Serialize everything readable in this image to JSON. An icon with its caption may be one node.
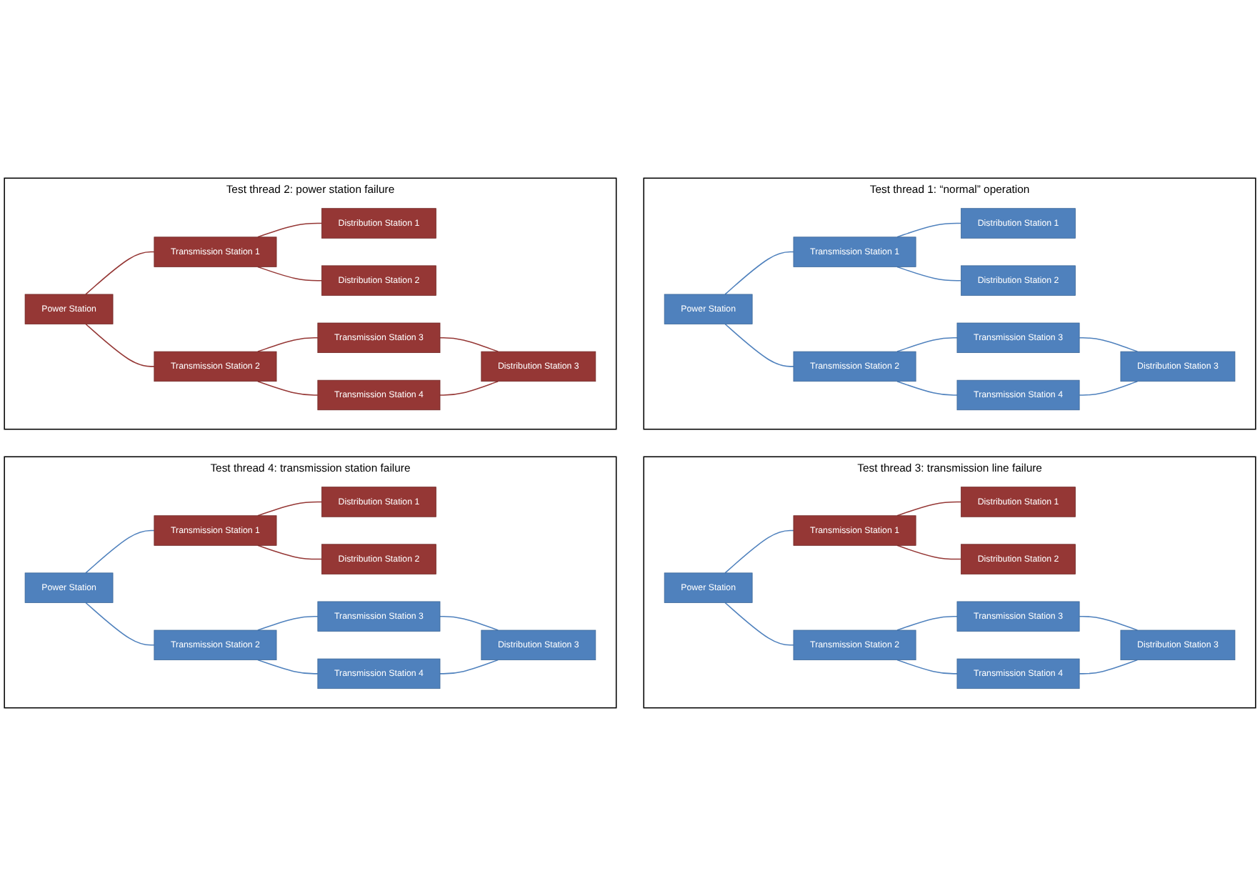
{
  "diagram": {
    "nodes": [
      {
        "text": [
          "Test thread 1: “normal” operation"
        ]
      },
      {
        "text": [
          "Power Station"
        ],
        "in": 0
      },
      {
        "text": [
          "Transmission Station 1"
        ],
        "in": 0
      },
      {
        "text": [
          "Distribution Station 1"
        ],
        "in": 0
      },
      {
        "text": [
          "Distribution Station 2"
        ],
        "in": 0
      },
      {
        "text": [
          "Transmission Station 2"
        ],
        "in": 0
      },
      {
        "text": [
          "Transmission Station 3"
        ],
        "in": 0
      },
      {
        "text": [
          "Transmission Station 4"
        ],
        "in": 0
      },
      {
        "text": [
          "Distribution Station 3"
        ],
        "in": 0
      },
      {
        "text": [
          "Test thread 2: power station failure"
        ]
      },
      {
        "text": [
          "Power Station"
        ],
        "in": 9
      },
      {
        "text": [
          "Transmission Station 1"
        ],
        "in": 9
      },
      {
        "text": [
          "Distribution Station 1"
        ],
        "in": 9
      },
      {
        "text": [
          "Distribution Station 2"
        ],
        "in": 9
      },
      {
        "text": [
          "Transmission Station 2"
        ],
        "in": 9
      },
      {
        "text": [
          "Transmission Station 3"
        ],
        "in": 9
      },
      {
        "text": [
          "Transmission Station 4"
        ],
        "in": 9
      },
      {
        "text": [
          "Distribution Station 3"
        ],
        "in": 9
      },
      {
        "text": [
          "Test thread 3: transmission line failure"
        ]
      },
      {
        "text": [
          "Power Station"
        ],
        "in": 18
      },
      {
        "text": [
          "Transmission Station 1"
        ],
        "in": 18
      },
      {
        "text": [
          "Distribution Station 1"
        ],
        "in": 18
      },
      {
        "text": [
          "Distribution Station 2"
        ],
        "in": 18
      },
      {
        "text": [
          "Transmission Station 2"
        ],
        "in": 18
      },
      {
        "text": [
          "Transmission Station 3"
        ],
        "in": 18
      },
      {
        "text": [
          "Transmission Station 4"
        ],
        "in": 18
      },
      {
        "text": [
          "Distribution Station 3"
        ],
        "in": 18
      },
      {
        "text": [
          "Test thread 4: transmission station failure"
        ]
      },
      {
        "text": [
          "Power Station"
        ],
        "in": 27
      },
      {
        "text": [
          "Transmission Station 1"
        ],
        "in": 27
      },
      {
        "text": [
          "Distribution Station 1"
        ],
        "in": 27
      },
      {
        "text": [
          "Distribution Station 2"
        ],
        "in": 27
      },
      {
        "text": [
          "Transmission Station 2"
        ],
        "in": 27
      },
      {
        "text": [
          "Transmission Station 3"
        ],
        "in": 27
      },
      {
        "text": [
          "Transmission Station 4"
        ],
        "in": 27
      },
      {
        "text": [
          "Distribution Station 3"
        ],
        "in": 27
      }
    ],
    "edges": [
      {
        "from": 1,
        "to": 2,
        "arrow": "none"
      },
      {
        "from": 2,
        "to": 3,
        "arrow": "none"
      },
      {
        "from": 2,
        "to": 4,
        "arrow": "none"
      },
      {
        "from": 1,
        "to": 5,
        "arrow": "none"
      },
      {
        "from": 5,
        "to": 6,
        "arrow": "none"
      },
      {
        "from": 5,
        "to": 7,
        "arrow": "none"
      },
      {
        "from": 6,
        "to": 8,
        "arrow": "none"
      },
      {
        "from": 7,
        "to": 8,
        "arrow": "none"
      },
      {
        "from": 10,
        "to": 11,
        "arrow": "none",
        "color": "#953735"
      },
      {
        "from": 11,
        "to": 12,
        "arrow": "none",
        "color": "#953735"
      },
      {
        "from": 11,
        "to": 13,
        "arrow": "none",
        "color": "#953735"
      },
      {
        "from": 10,
        "to": 14,
        "arrow": "none",
        "color": "#953735"
      },
      {
        "from": 14,
        "to": 15,
        "arrow": "none",
        "color": "#953735"
      },
      {
        "from": 14,
        "to": 16,
        "arrow": "none",
        "color": "#953735"
      },
      {
        "from": 15,
        "to": 17,
        "arrow": "none",
        "color": "#953735"
      },
      {
        "from": 16,
        "to": 17,
        "arrow": "none",
        "color": "#953735"
      },
      {
        "from": 19,
        "to": 20,
        "arrow": "none"
      },
      {
        "from": 20,
        "to": 21,
        "arrow": "none",
        "color": "#953735"
      },
      {
        "from": 20,
        "to": 22,
        "arrow": "none",
        "color": "#953735"
      },
      {
        "from": 19,
        "to": 23,
        "arrow": "none"
      },
      {
        "from": 23,
        "to": 24,
        "arrow": "none"
      },
      {
        "from": 23,
        "to": 25,
        "arrow": "none"
      },
      {
        "from": 24,
        "to": 26,
        "arrow": "none"
      },
      {
        "from": 25,
        "to": 26,
        "arrow": "none"
      },
      {
        "from": 28,
        "to": 29,
        "arrow": "none"
      },
      {
        "from": 29,
        "to": 30,
        "arrow": "none",
        "color": "#953735"
      },
      {
        "from": 29,
        "to": 31,
        "arrow": "none",
        "color": "#953735"
      },
      {
        "from": 28,
        "to": 32,
        "arrow": "none"
      },
      {
        "from": 32,
        "to": 33,
        "arrow": "none"
      },
      {
        "from": 32,
        "to": 34,
        "arrow": "none"
      },
      {
        "from": 33,
        "to": 35,
        "arrow": "none"
      },
      {
        "from": 34,
        "to": 35,
        "arrow": "none"
      }
    ]
  }
}
